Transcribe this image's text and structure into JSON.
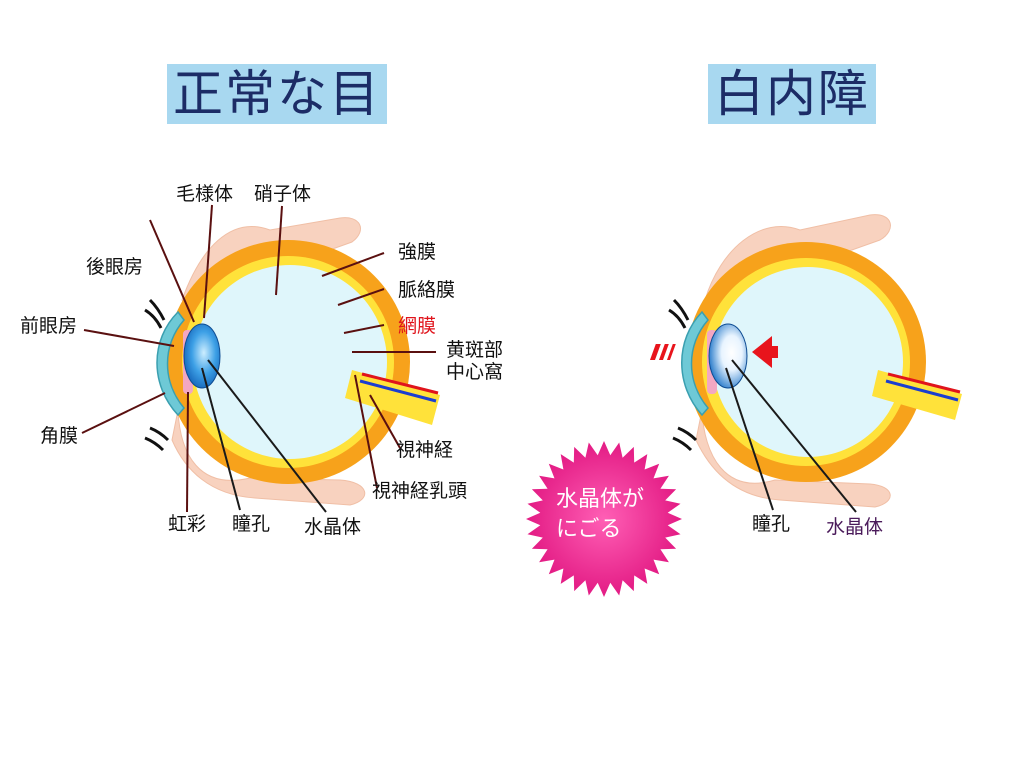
{
  "titles": {
    "normal": "正常な目",
    "cataract": "白内障"
  },
  "normal_labels": {
    "ciliary_body": "毛様体",
    "vitreous": "硝子体",
    "posterior_chamber": "後眼房",
    "sclera": "強膜",
    "choroid": "脈絡膜",
    "anterior_chamber": "前眼房",
    "retina": "網膜",
    "macula_line1": "黄斑部",
    "macula_line2": "中心窩",
    "cornea": "角膜",
    "optic_nerve": "視神経",
    "optic_papilla": "視神経乳頭",
    "iris": "虹彩",
    "pupil": "瞳孔",
    "lens": "水晶体"
  },
  "cataract_labels": {
    "pupil": "瞳孔",
    "lens": "水晶体"
  },
  "badge": {
    "line1": "水晶体が",
    "line2": "にごる"
  },
  "colors": {
    "title_bg": "#a8d8f0",
    "title_text": "#1c2c66",
    "sclera_orange": "#f7a21b",
    "vitreous_fill": "#dff6fb",
    "retina_yellow": "#ffe23a",
    "skin": "#f8d2bf",
    "lens_blue": "#2b8fd9",
    "badge_magenta": "#e8198b",
    "arrow_red": "#e8141c"
  }
}
